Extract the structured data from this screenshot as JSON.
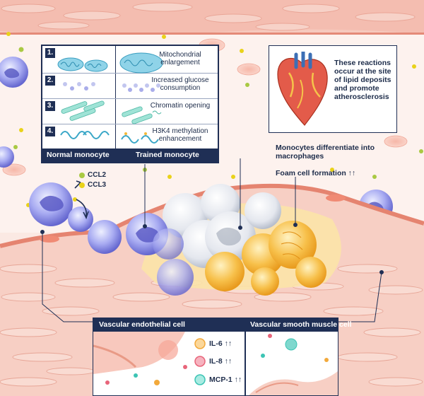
{
  "table": {
    "rows": [
      {
        "number": "1.",
        "label": "Mitochondrial enlargement"
      },
      {
        "number": "2.",
        "label": "Increased glucose consumption"
      },
      {
        "number": "3.",
        "label": "Chromatin opening"
      },
      {
        "number": "4.",
        "label": "H3K4 methylation enhancement"
      }
    ],
    "footer_left": "Normal monocyte",
    "footer_right": "Trained monocyte"
  },
  "heart_note": "These reactions occur at the site of lipid deposits and promote atherosclerosis",
  "chemokines": [
    "CCL2",
    "CCL3"
  ],
  "annotations": {
    "macrophage": "Monocytes differentiate into macrophages",
    "foam_cell": "Foam cell formation ↑↑"
  },
  "panel": {
    "left_title": "Vascular endothelial cell",
    "right_title": "Vascular smooth muscle cell",
    "cytokines": [
      {
        "label": "IL-6 ↑↑",
        "color": "#f2a93b"
      },
      {
        "label": "IL-8 ↑↑",
        "color": "#e8657a"
      },
      {
        "label": "MCP-1 ↑↑",
        "color": "#3cc4b4"
      }
    ]
  },
  "colors": {
    "navy": "#1f2f55",
    "monocyte": "#7d7fe0",
    "foam_cell": "#f6b93b",
    "chemokine_dot": "#e9d21a",
    "tissue": "#f7cfc4"
  }
}
